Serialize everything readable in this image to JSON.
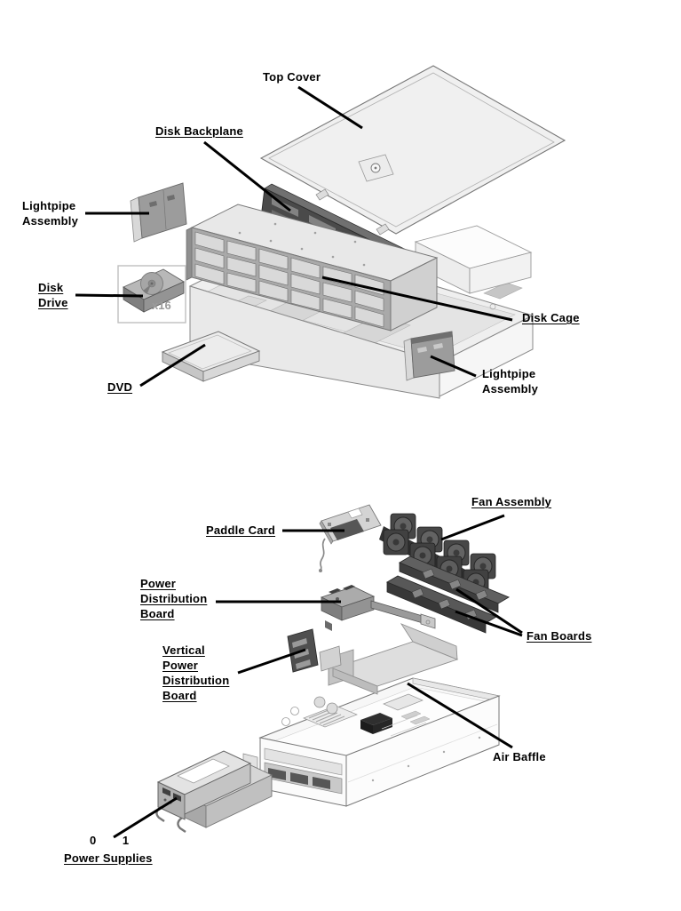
{
  "diagram": {
    "type": "exploded-hardware-diagram",
    "colors": {
      "background": "#ffffff",
      "label_text": "#000000",
      "leader_line": "#000000",
      "count_text": "#9b9b9b"
    },
    "upper_assembly": {
      "name": "storage-section-exploded-view",
      "labels": {
        "top_cover": "Top Cover",
        "disk_backplane": "Disk Backplane",
        "lightpipe_assembly_left": [
          "Lightpipe",
          "Assembly"
        ],
        "disk_drive": [
          "Disk",
          "Drive"
        ],
        "disk_drive_count": "x16",
        "dvd": "DVD",
        "disk_cage": "Disk Cage",
        "lightpipe_assembly_right": [
          "Lightpipe",
          "Assembly"
        ]
      }
    },
    "lower_assembly": {
      "name": "power-cooling-section-exploded-view",
      "labels": {
        "paddle_card": "Paddle Card",
        "fan_assembly": "Fan Assembly",
        "power_distribution_board": [
          "Power",
          "Distribution",
          "Board"
        ],
        "fan_boards": "Fan Boards",
        "vertical_power_distribution_board": [
          "Vertical",
          "Power",
          "Distribution",
          "Board"
        ],
        "air_baffle": "Air Baffle",
        "power_supply_slot_0": "0",
        "power_supply_slot_1": "1",
        "power_supplies": "Power Supplies"
      }
    }
  }
}
